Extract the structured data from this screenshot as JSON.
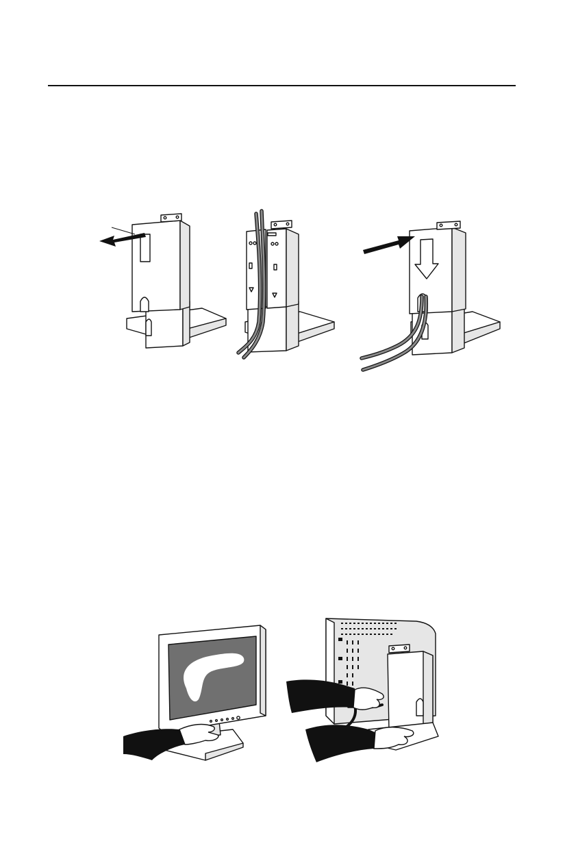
{
  "page": {
    "background": "#ffffff",
    "ink": "#111111",
    "screen_gray": "#707070",
    "body_gray": "#e6e6e6",
    "cable_gray": "#8a8a8a"
  },
  "illustrations": [
    {
      "id": "stand-cover-removal",
      "icon": "stand-cover-arrow-icon"
    },
    {
      "id": "stand-cables-routed",
      "icon": "stand-cables-icon"
    },
    {
      "id": "stand-cover-replace",
      "icon": "stand-cover-down-arrow-icon"
    },
    {
      "id": "monitor-front-tilt",
      "icon": "monitor-front-hand-icon"
    },
    {
      "id": "monitor-rear-cables",
      "icon": "monitor-rear-hands-icon"
    }
  ]
}
